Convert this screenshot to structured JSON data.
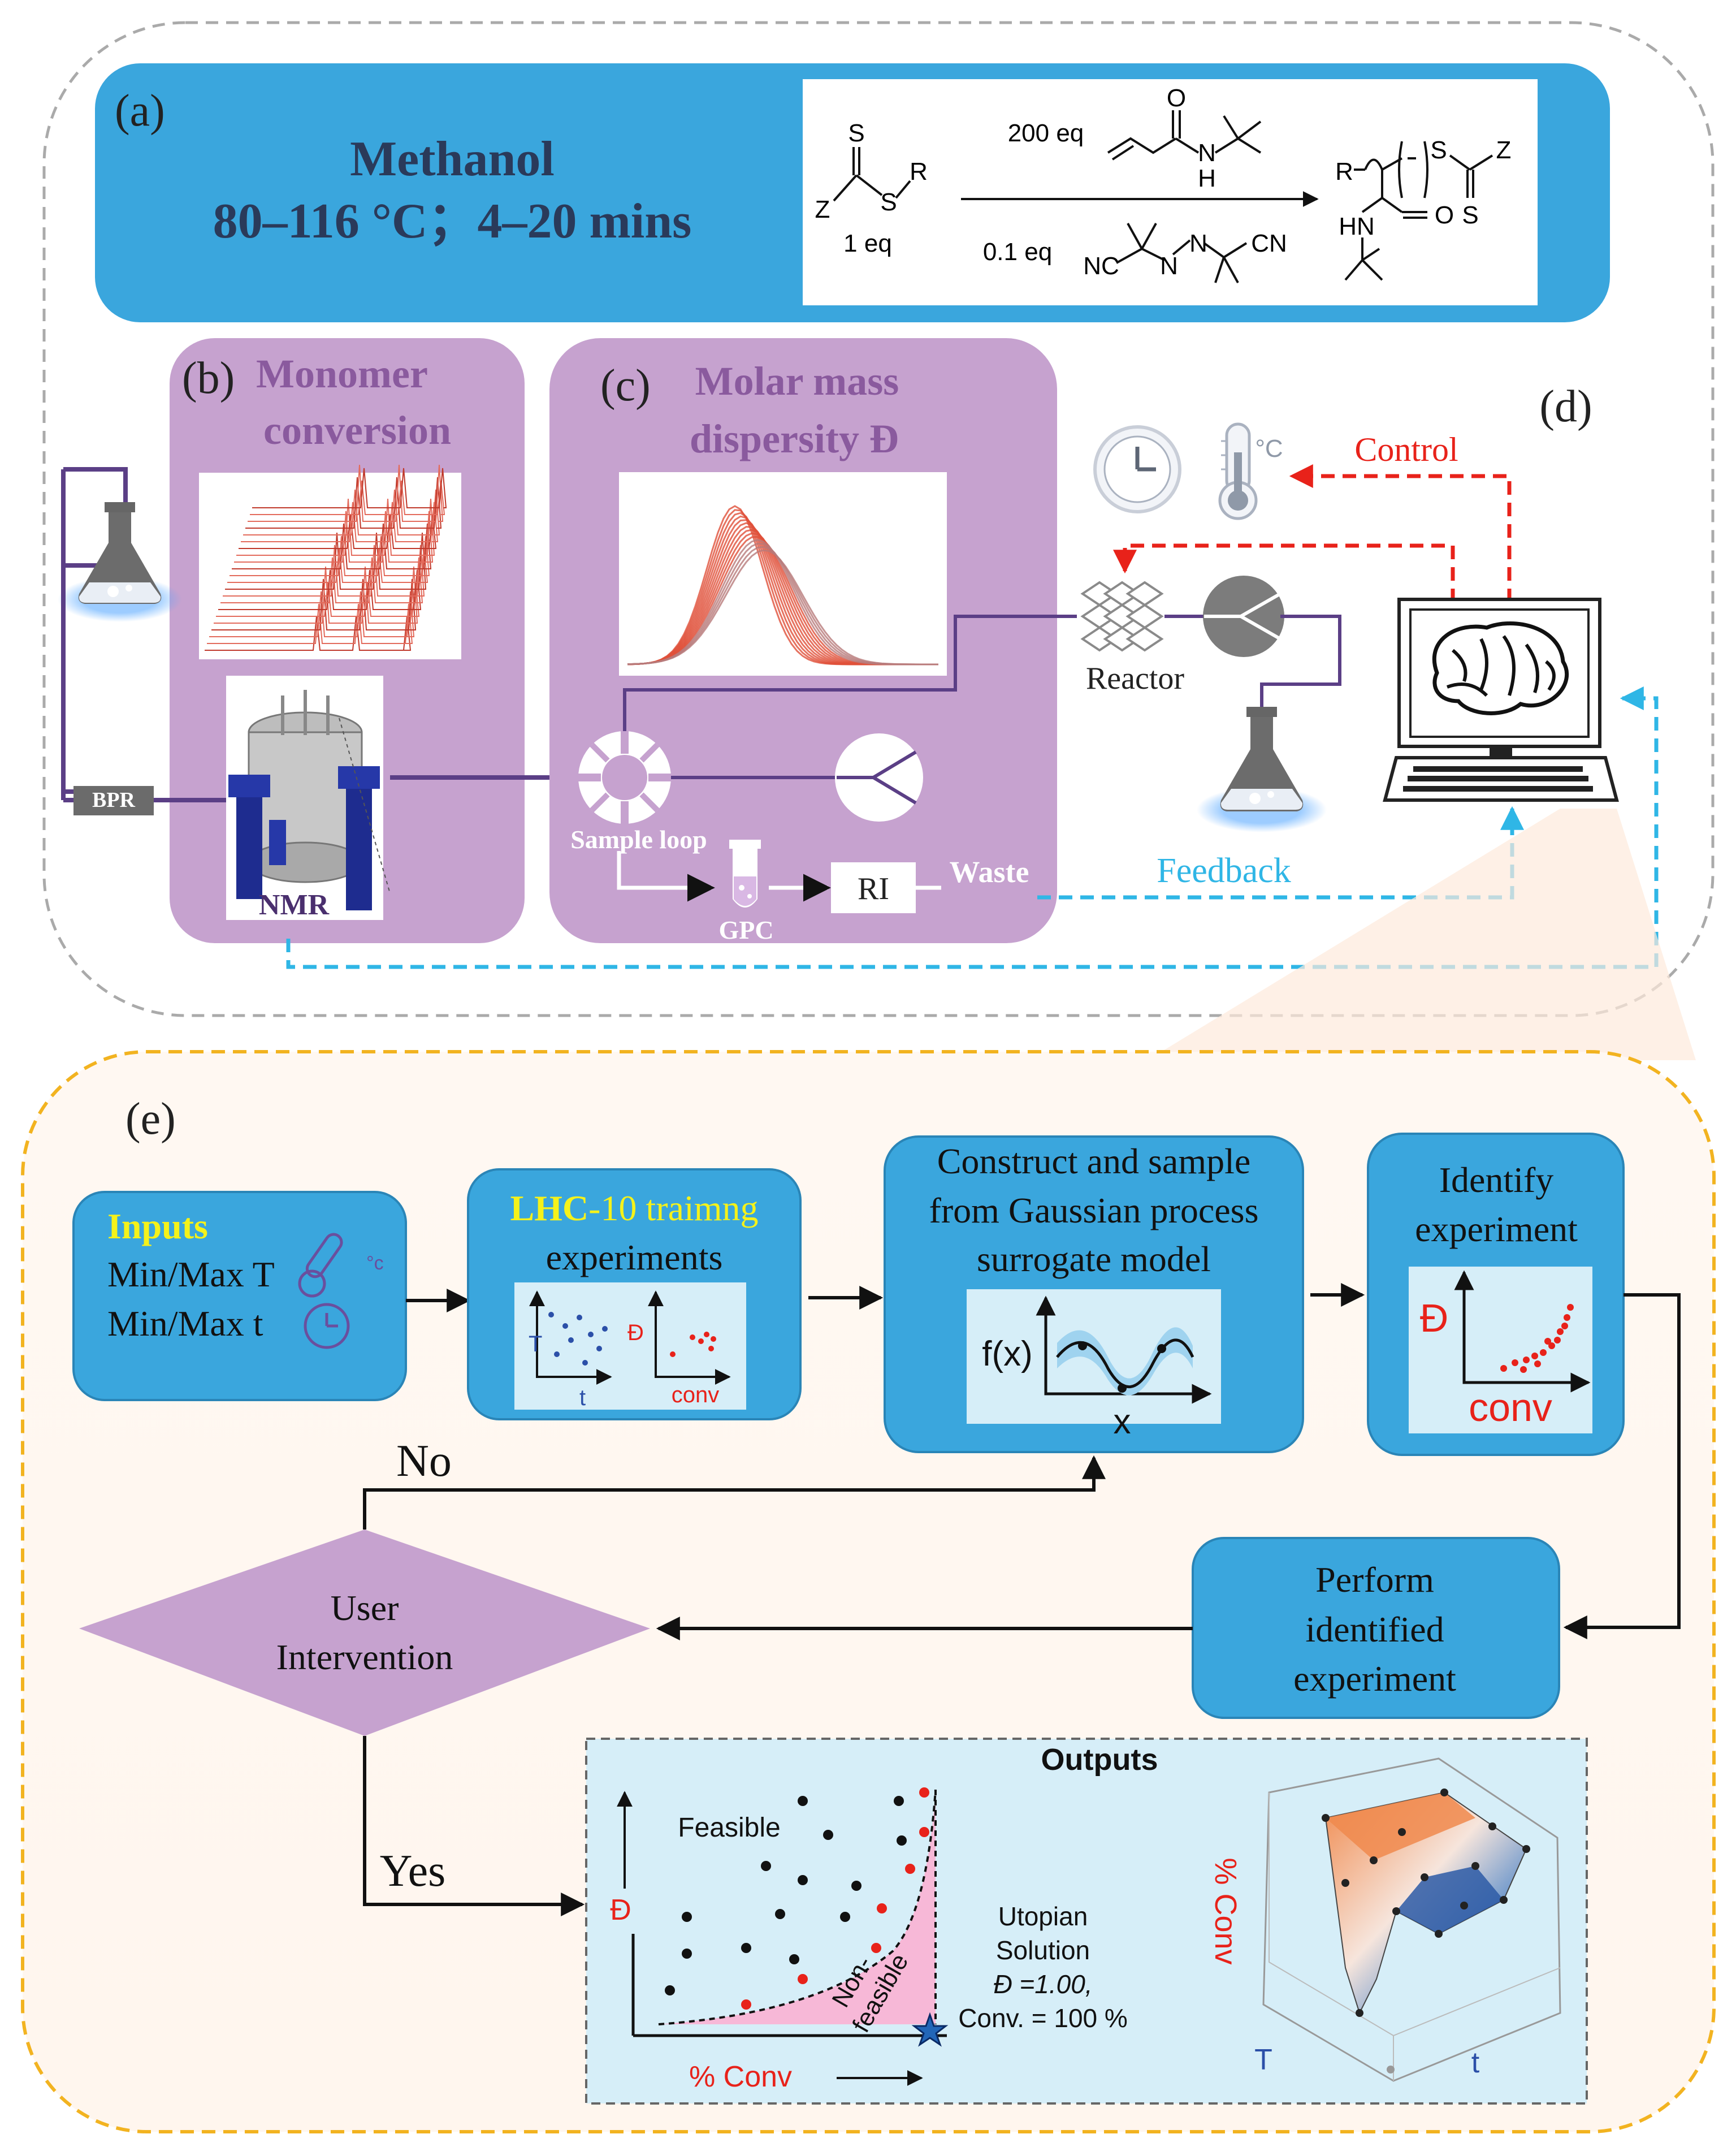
{
  "panel_a": {
    "label": "(a)",
    "solvent": "Methanol",
    "conditions": "80–116 °C；4–20 mins",
    "scheme": {
      "reactant_eq": "1 eq",
      "monomer_eq": "200 eq",
      "initiator_eq": "0.1 eq",
      "atom_S": "S",
      "atom_Z": "Z",
      "atom_R": "R",
      "atom_O": "O",
      "atom_N": "N",
      "atom_H": "H",
      "atom_NH": "HN",
      "atom_NC": "NC",
      "atom_CN": "CN"
    }
  },
  "panel_b": {
    "label": "(b)",
    "title_line1": "Monomer",
    "title_line2": "conversion",
    "bpr": "BPR",
    "nmr": "NMR"
  },
  "panel_c": {
    "label": "(c)",
    "title_line1": "Molar mass",
    "title_line2": "dispersity Đ",
    "sample_loop": "Sample loop",
    "gpc": "GPC",
    "ri": "RI",
    "waste": "Waste"
  },
  "panel_d": {
    "label": "(d)",
    "control": "Control",
    "feedback": "Feedback",
    "reactor": "Reactor",
    "degree_c": "°C"
  },
  "panel_e": {
    "label": "(e)",
    "inputs": {
      "title": "Inputs",
      "line1": "Min/Max T",
      "line2": "Min/Max t"
    },
    "lhc": {
      "title_colored": "LHC",
      "title_rest": "-10 traimng",
      "line2": "experiments",
      "axis_T": "T",
      "axis_t": "t",
      "axis_D": "Đ",
      "axis_conv": "conv"
    },
    "gp": {
      "line1": "Construct and sample",
      "line2": "from Gaussian process",
      "line3": "surrogate model",
      "fx": "f(x)",
      "x": "x"
    },
    "identify": {
      "line1": "Identify",
      "line2": "experiment",
      "axis_D": "Đ",
      "axis_conv": "conv"
    },
    "perform": {
      "line1": "Perform",
      "line2": "identified",
      "line3": "experiment"
    },
    "decision": {
      "line1": "User",
      "line2": "Intervention"
    },
    "no": "No",
    "yes": "Yes",
    "outputs": {
      "title": "Outputs",
      "feasible": "Feasible",
      "non_feasible_1": "Non-",
      "non_feasible_2": "feasible",
      "axis_D": "Đ",
      "axis_conv": "% Conv",
      "utopian_1": "Utopian",
      "utopian_2": "Solution",
      "utopian_3": "Đ =1.00,",
      "utopian_4": "Conv. = 100 %",
      "surface_conv": "% Conv",
      "surface_T": "T",
      "surface_t": "t"
    }
  },
  "colors": {
    "panel_blue": "#3aa6dd",
    "purple": "#c6a2cf",
    "dark_purple": "#5b3f86",
    "control_red": "#e8221a",
    "feedback_blue": "#2fb6e6",
    "yellow": "#f5f21a",
    "output_bg": "#d6eef8",
    "nonfeasible_pink": "#f7b8d7"
  }
}
